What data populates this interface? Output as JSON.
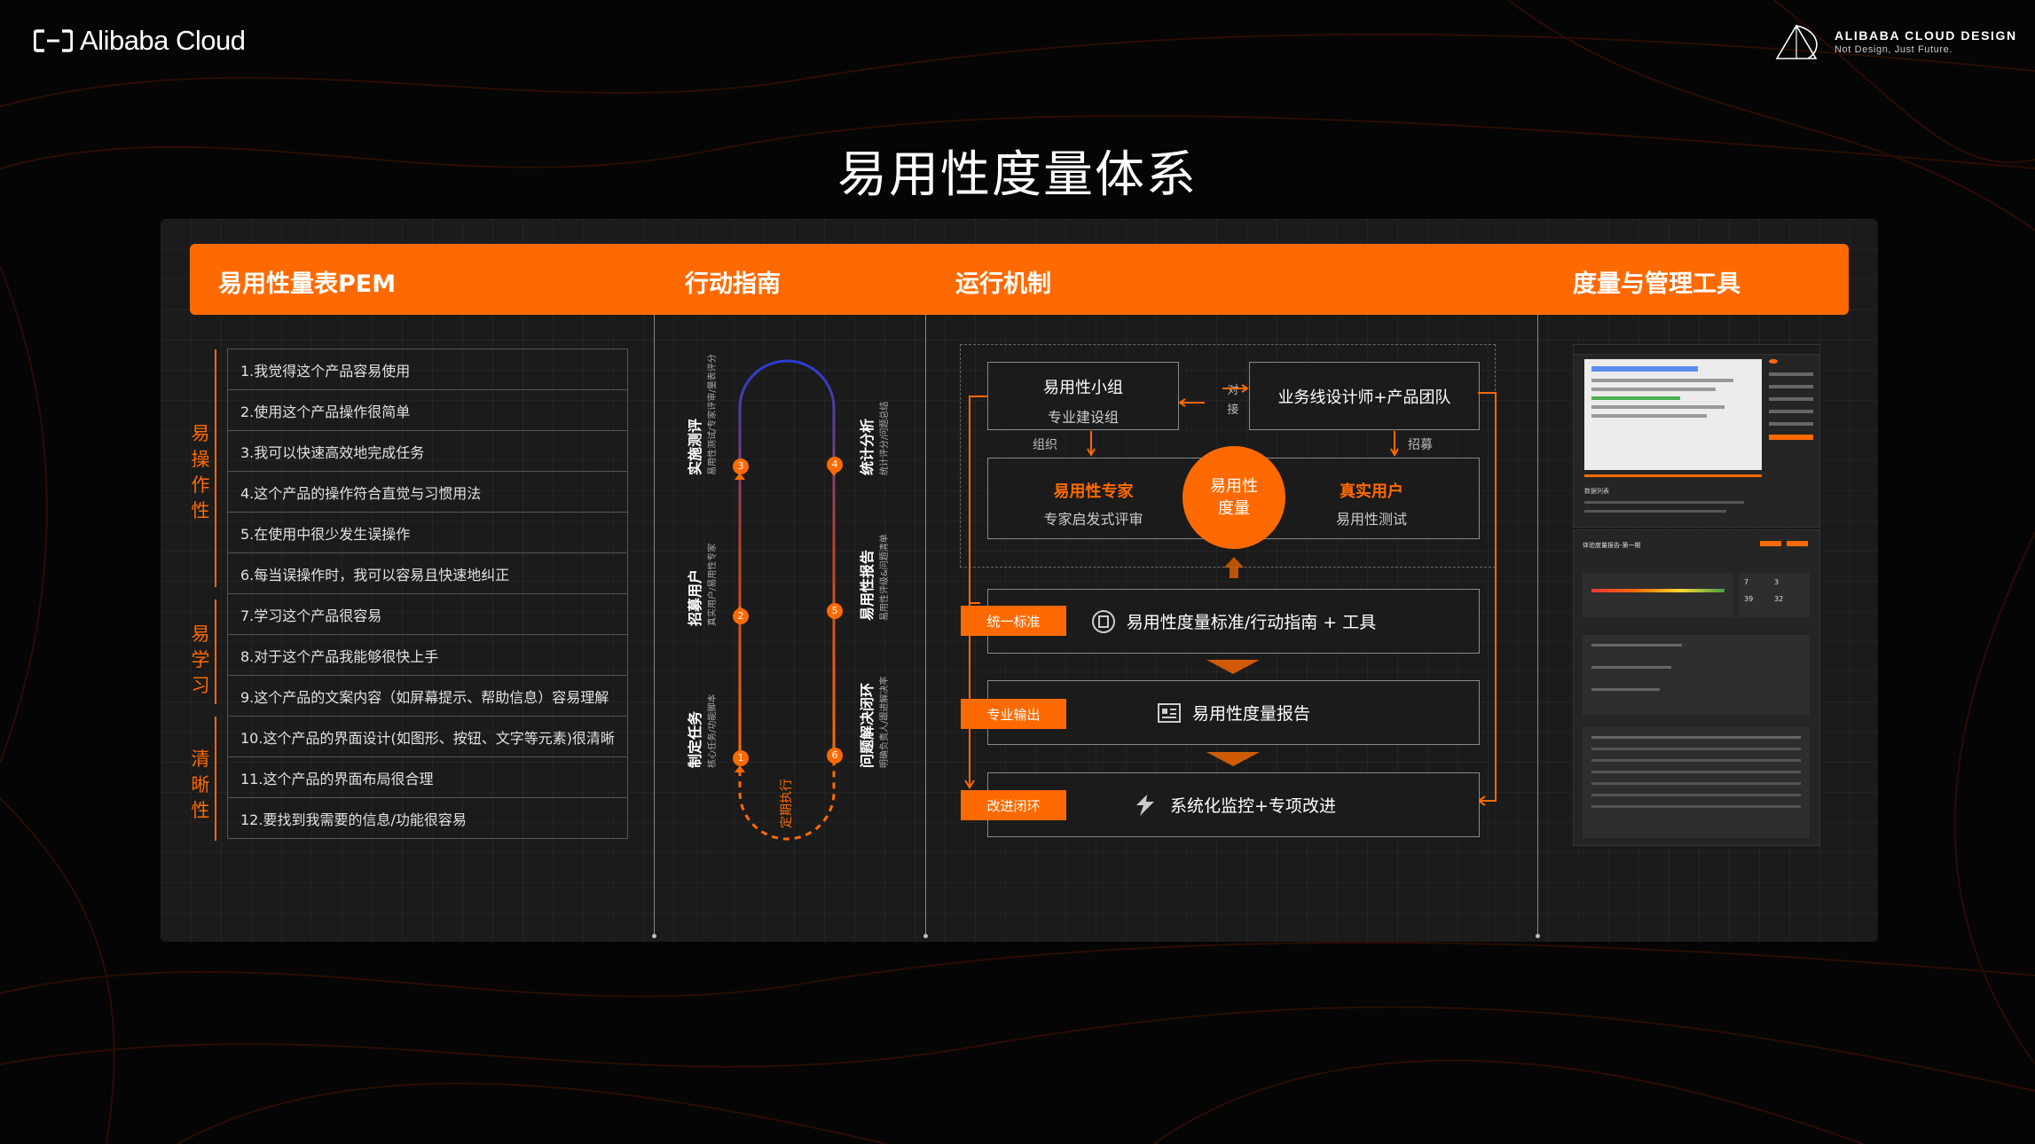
{
  "brand": {
    "left_logo": "Alibaba Cloud",
    "right_logo_line1": "ALIBABA CLOUD DESIGN",
    "right_logo_line2": "Not Design, Just Future."
  },
  "title": "易用性度量体系",
  "headers": [
    "易用性量表PEM",
    "行动指南",
    "运行机制",
    "度量与管理工具"
  ],
  "pem": {
    "categories": [
      {
        "label": "易操作性"
      },
      {
        "label": "易学习"
      },
      {
        "label": "清晰性"
      }
    ],
    "items": [
      "1.我觉得这个产品容易使用",
      "2.使用这个产品操作很简单",
      "3.我可以快速高效地完成任务",
      "4.这个产品的操作符合直觉与习惯用法",
      "5.在使用中很少发生误操作",
      "6.每当误操作时，我可以容易且快速地纠正",
      "7.学习这个产品很容易",
      "8.对于这个产品我能够很快上手",
      "9.这个产品的文案内容（如屏幕提示、帮助信息）容易理解",
      "10.这个产品的界面设计(如图形、按钮、文字等元素)很清晰",
      "11.这个产品的界面布局很合理",
      "12.要找到我需要的信息/功能很容易"
    ]
  },
  "guide": {
    "steps": [
      {
        "num": "1",
        "title": "制定任务",
        "sub": "核心任务/功能脚本"
      },
      {
        "num": "2",
        "title": "招募用户",
        "sub": "真实用户/易用性专家"
      },
      {
        "num": "3",
        "title": "实施测评",
        "sub": "易用性测试/专家评审/量表评分"
      },
      {
        "num": "4",
        "title": "统计分析",
        "sub": "统计评分/问题总结"
      },
      {
        "num": "5",
        "title": "易用性报告",
        "sub": "易用性评级&问题清单"
      },
      {
        "num": "6",
        "title": "问题解决闭环",
        "sub": "明确负责人/跟进解决率"
      }
    ],
    "loop_label": "定期执行"
  },
  "mechanism": {
    "group_title": "易用性小组",
    "group_sub": "专业建设组",
    "dock_label": "对接",
    "team_title": "业务线设计师+产品团队",
    "org_label": "组织",
    "recruit_label": "招募",
    "expert_title": "易用性专家",
    "expert_sub": "专家启发式评审",
    "center_title": "易用性度量",
    "user_title": "真实用户",
    "user_sub": "易用性测试",
    "rows": [
      {
        "tag": "统一标准",
        "text": "易用性度量标准/行动指南 + 工具",
        "icon": "standard-icon"
      },
      {
        "tag": "专业输出",
        "text": "易用性度量报告",
        "icon": "report-icon"
      },
      {
        "tag": "改进闭环",
        "text": "系统化监控+专项改进",
        "icon": "lightning-icon"
      }
    ]
  },
  "tools": {
    "card1_title": "数据列表",
    "card2_title": "体验度量报告-第一期",
    "card2_stats": [
      "7",
      "3",
      "39",
      "32"
    ]
  },
  "colors": {
    "accent": "#ff6a00",
    "background": "#050505",
    "panel": "#1b1b1b",
    "loop_blue": "#2a3bd6"
  }
}
